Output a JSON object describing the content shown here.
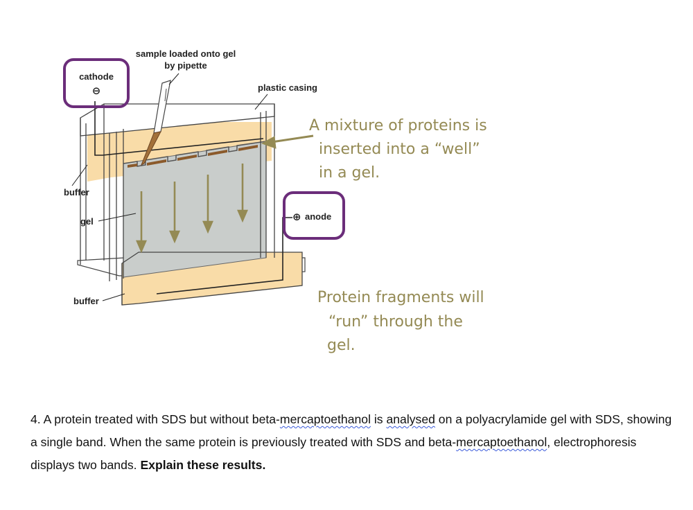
{
  "labels": {
    "sample": [
      "sample loaded onto gel",
      "by pipette"
    ],
    "cathode": "cathode",
    "cathode_symbol": "⊖",
    "plastic_casing": "plastic casing",
    "buffer_top": "buffer",
    "gel": "gel",
    "anode_symbol": "⊕",
    "anode": "anode",
    "buffer_bottom": "buffer"
  },
  "notes": {
    "well": [
      "A mixture of proteins is",
      "inserted into a “well”",
      "in a gel."
    ],
    "run": [
      "Protein fragments will",
      "“run” through the",
      "gel."
    ]
  },
  "question": {
    "p1": "4. A protein treated with SDS but without beta-",
    "w1": "mercaptoethanol",
    "p2": " is ",
    "w2": "analysed",
    "p3": " on a polyacrylamide gel with SDS, showing a single band. When the same protein is previously treated with SDS and beta-",
    "w3": "mercaptoethanol",
    "p4": ", electrophoresis displays two bands. ",
    "bold": "Explain these results."
  },
  "colors": {
    "highlight_box": "#6b2d7a",
    "note_text": "#948a54",
    "arrows": "#948a54",
    "gel": "#c9cdcb",
    "buffer": "#f9dca8"
  }
}
